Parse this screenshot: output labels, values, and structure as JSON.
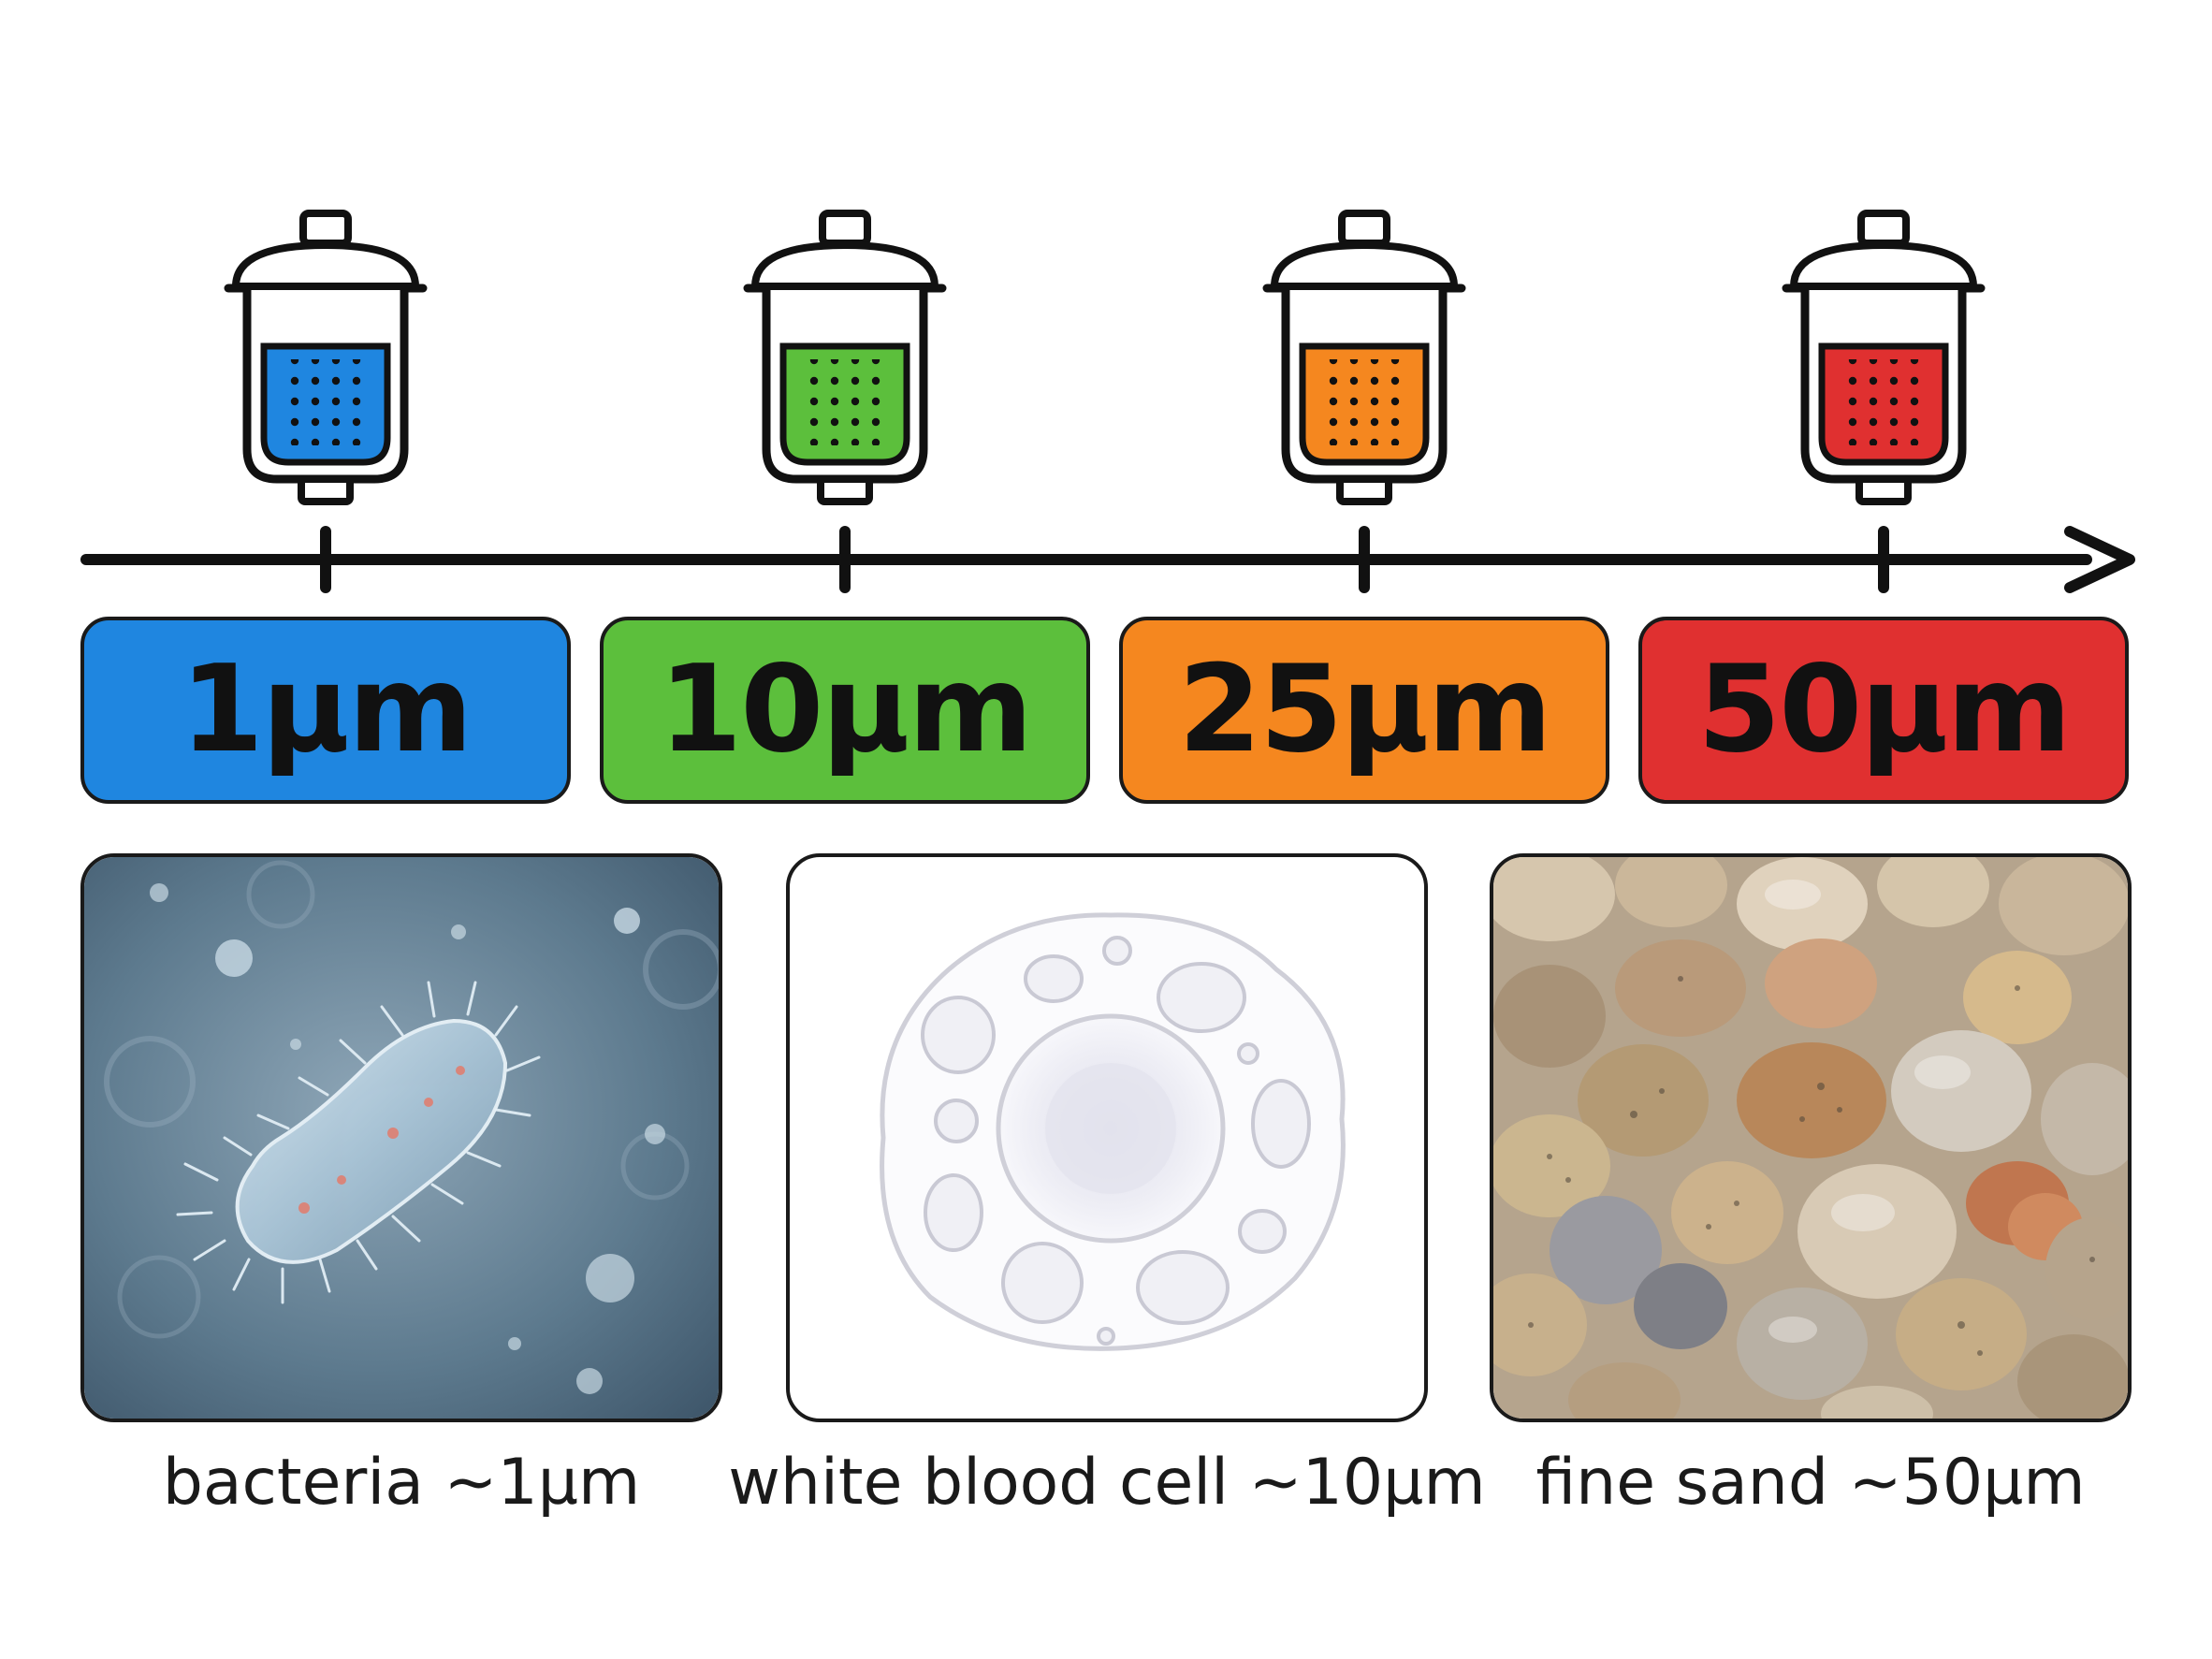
{
  "filters": [
    {
      "label": "1µm",
      "color": "#1f86e0"
    },
    {
      "label": "10µm",
      "color": "#5cbf3c"
    },
    {
      "label": "25µm",
      "color": "#f5871f"
    },
    {
      "label": "50µm",
      "color": "#e03030"
    }
  ],
  "samples": [
    {
      "caption": "bacteria ~1µm",
      "image": "bacteria-image"
    },
    {
      "caption": "white blood cell ~10µm",
      "image": "white-blood-cell-image"
    },
    {
      "caption": "fine sand ~50µm",
      "image": "fine-sand-image"
    }
  ],
  "colors": {
    "line": "#111111",
    "panel_border": "#1a1a1a"
  }
}
